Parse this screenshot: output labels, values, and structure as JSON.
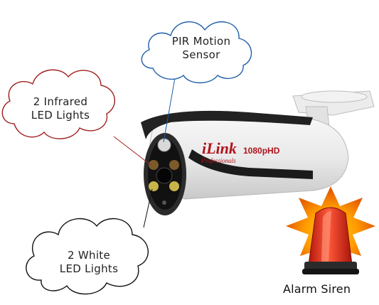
{
  "callouts": {
    "pir": {
      "line1": "PIR Motion",
      "line2": "Sensor",
      "border_color": "#1f5fa8"
    },
    "infrared": {
      "line1": "2 Infrared",
      "line2": "LED Lights",
      "border_color": "#a02020"
    },
    "white": {
      "line1": "2 White",
      "line2": "LED Lights",
      "border_color": "#111111"
    }
  },
  "camera": {
    "brand": "iLink",
    "brand_sub": "Professionals",
    "resolution": "1080pHD"
  },
  "siren": {
    "label": "Alarm Siren",
    "color": "#e0301e"
  },
  "icons": [
    "camera-icon",
    "siren-icon",
    "cloud-callout-icon"
  ]
}
